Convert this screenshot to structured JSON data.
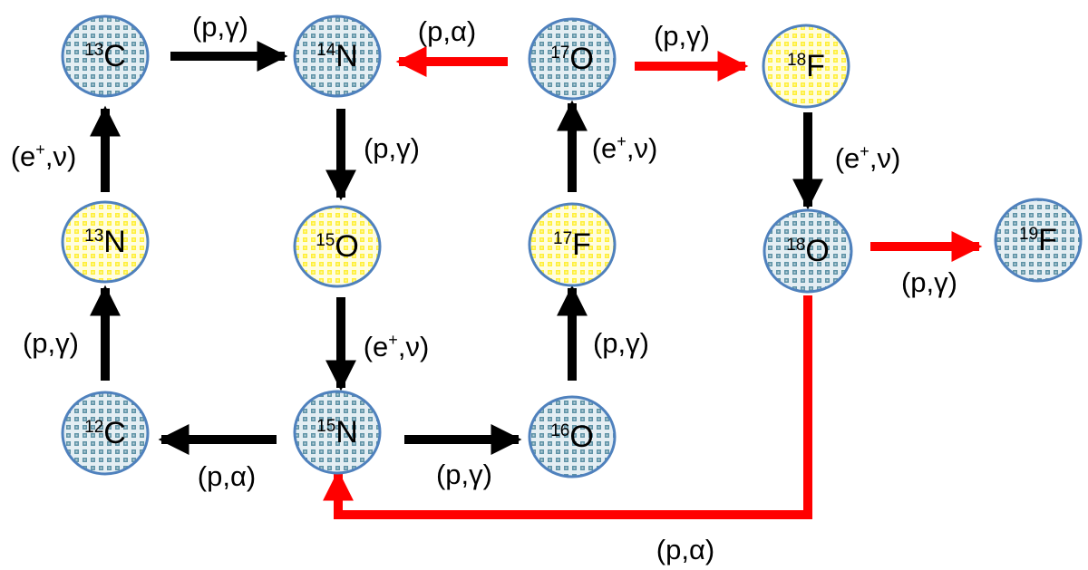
{
  "colors": {
    "stable_fill": "#5f93a6",
    "unstable_fill": "#ffff00",
    "outline": "#4f81bd",
    "main_arrow": "#000000",
    "branch_arrow": "#ff0000"
  },
  "nuclides": {
    "c13": {
      "mass": "13",
      "symbol": "C",
      "kind": "stable"
    },
    "n14": {
      "mass": "14",
      "symbol": "N",
      "kind": "stable"
    },
    "o17": {
      "mass": "17",
      "symbol": "O",
      "kind": "stable"
    },
    "f18": {
      "mass": "18",
      "symbol": "F",
      "kind": "unstable"
    },
    "n13": {
      "mass": "13",
      "symbol": "N",
      "kind": "unstable"
    },
    "o15": {
      "mass": "15",
      "symbol": "O",
      "kind": "unstable"
    },
    "f17": {
      "mass": "17",
      "symbol": "F",
      "kind": "unstable"
    },
    "o18": {
      "mass": "18",
      "symbol": "O",
      "kind": "stable"
    },
    "f19": {
      "mass": "19",
      "symbol": "F",
      "kind": "stable"
    },
    "c12": {
      "mass": "12",
      "symbol": "C",
      "kind": "stable"
    },
    "n15": {
      "mass": "15",
      "symbol": "N",
      "kind": "stable"
    },
    "o16": {
      "mass": "16",
      "symbol": "O",
      "kind": "stable"
    }
  },
  "reactions": {
    "c13_n14": {
      "open": "(p,",
      "particle": "γ",
      "close": ")"
    },
    "o17_n14": {
      "open": "(p,",
      "particle": "α",
      "close": ")"
    },
    "o17_f18": {
      "open": "(p,",
      "particle": "γ",
      "close": ")"
    },
    "n13_c13": {
      "open": "(e",
      "sup": "+",
      "mid": ",",
      "particle": "ν",
      "close": ")"
    },
    "n14_o15": {
      "open": "(p,",
      "particle": "γ",
      "close": ")"
    },
    "f17_o17": {
      "open": "(e",
      "sup": "+",
      "mid": ",",
      "particle": "ν",
      "close": ")"
    },
    "f18_o18": {
      "open": "(e",
      "sup": "+",
      "mid": ",",
      "particle": "ν",
      "close": ")"
    },
    "o18_f19": {
      "open": "(p,",
      "particle": "γ",
      "close": ")"
    },
    "c12_n13": {
      "open": "(p,",
      "particle": "γ",
      "close": ")"
    },
    "o15_n15": {
      "open": "(e",
      "sup": "+",
      "mid": ",",
      "particle": "ν",
      "close": ")"
    },
    "o16_f17": {
      "open": "(p,",
      "particle": "γ",
      "close": ")"
    },
    "n15_c12": {
      "open": "(p,",
      "particle": "α",
      "close": ")"
    },
    "n15_o16": {
      "open": "(p,",
      "particle": "γ",
      "close": ")"
    },
    "o18_n15": {
      "open": "(p,",
      "particle": "α",
      "close": ")"
    }
  }
}
